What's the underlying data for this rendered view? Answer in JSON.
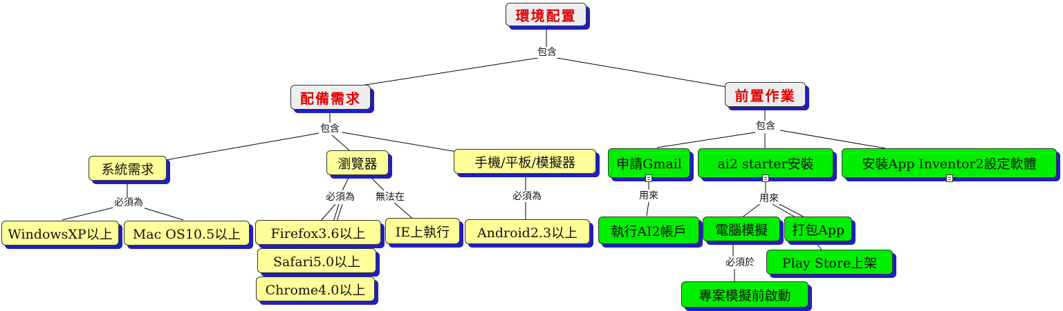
{
  "nodes": {
    "root": "環境配置",
    "req": "配備需求",
    "prep": "前置作業",
    "sys": "系統需求",
    "browser": "瀏覽器",
    "device": "手機/平板/模擬器",
    "winxp": "WindowsXP以上",
    "mac": "Mac OS10.5以上",
    "firefox": "Firefox3.6以上",
    "safari": "Safari5.0以上",
    "chrome": "Chrome4.0以上",
    "ie": "IE上執行",
    "android": "Android2.3以上",
    "gmail": "申請Gmail",
    "starter": "ai2 starter安裝",
    "inventor": "安裝App Inventor2設定軟體",
    "account": "執行AI2帳戶",
    "emulator": "電腦模擬",
    "package": "打包App",
    "store": "Play Store上架",
    "project": "專案模擬前啟動"
  },
  "edge_labels": {
    "root_contains": "包含",
    "req_contains": "包含",
    "prep_contains": "包含",
    "sys_must": "必須為",
    "browser_must": "必須為",
    "browser_cannot": "無法在",
    "device_must": "必須為",
    "gmail_use": "用來",
    "starter_use": "用來",
    "emulator_must": "必須於"
  },
  "colors": {
    "root_text": "#e00000",
    "yellow": "#ffff99",
    "green": "#00ee00",
    "shadow": "#1f1fbf"
  }
}
